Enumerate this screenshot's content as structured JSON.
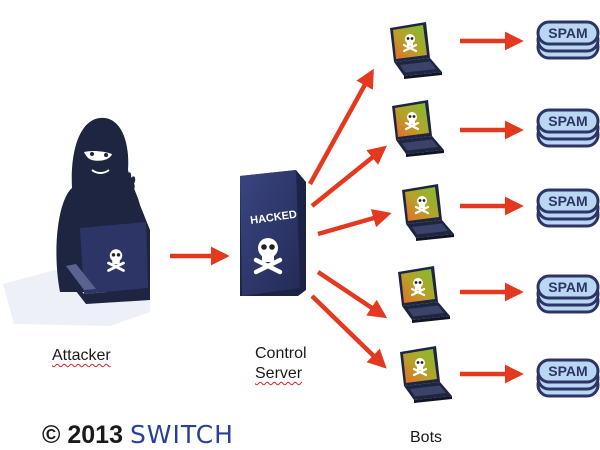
{
  "labels": {
    "attacker": "Attacker",
    "control_line1": "Control",
    "control_line2": "Server",
    "bots": "Bots",
    "hacked": "HACKED",
    "spam": [
      "SPAM",
      "SPAM",
      "SPAM",
      "SPAM",
      "SPAM"
    ]
  },
  "copyright": {
    "prefix": "© 2013",
    "brand": "SWITCH"
  },
  "icons": {
    "attacker": "hooded-hacker-icon",
    "attacker_laptop": "laptop-skull-icon",
    "server": "server-box-skull-icon",
    "bot": "laptop-skull-icon",
    "spam": "spam-stack-icon",
    "arrow": "arrow-right-icon"
  },
  "colors": {
    "arrow": "#e5391f",
    "dark_navy": "#1d2540",
    "server_box": "#2c3566",
    "spam_fill": "#b9d6f2",
    "spam_stroke": "#2c3566",
    "screen_green": "#7fbd2f",
    "screen_orange": "#e86a2a",
    "brand": "#2a3f9a"
  }
}
